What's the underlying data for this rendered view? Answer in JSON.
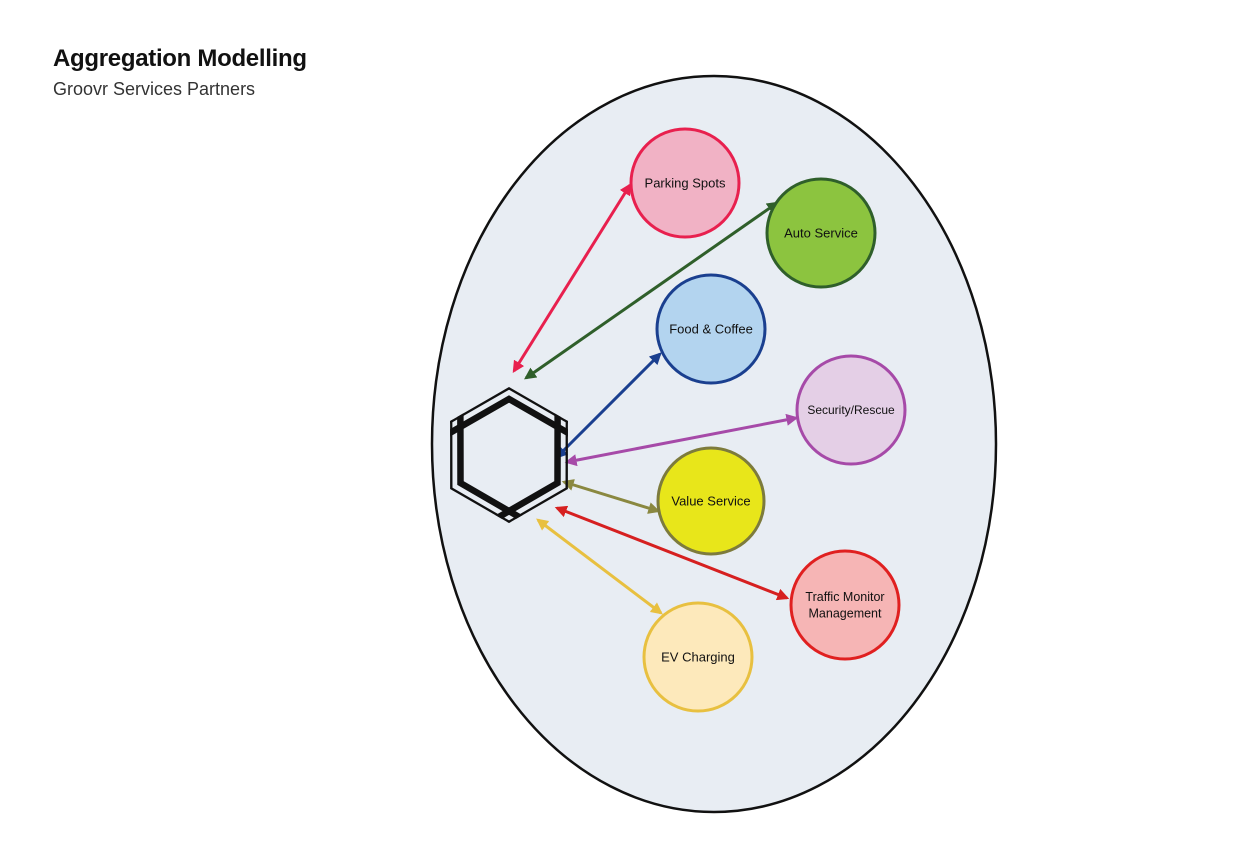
{
  "header": {
    "title": "Aggregation Modelling",
    "subtitle": "Groovr Services Partners"
  },
  "diagram": {
    "hub": {
      "icon": "groovr-logo-icon"
    },
    "nodes": [
      {
        "id": "parking-spots",
        "lines": [
          "Parking Spots"
        ],
        "fill": "#f1b2c5",
        "stroke": "#e8204e",
        "arrow": "#e8204e"
      },
      {
        "id": "auto-service",
        "lines": [
          "Auto Service"
        ],
        "fill": "#8cc43f",
        "stroke": "#2f5f2a",
        "arrow": "#2f5f2a"
      },
      {
        "id": "food-coffee",
        "lines": [
          "Food & Coffee"
        ],
        "fill": "#b3d4ef",
        "stroke": "#1a3f8f",
        "arrow": "#1a3f8f"
      },
      {
        "id": "security-rescue",
        "lines": [
          "Security/Rescue"
        ],
        "fill": "#e4cfe6",
        "stroke": "#a64aa8",
        "arrow": "#a64aa8"
      },
      {
        "id": "value-service",
        "lines": [
          "Value Service"
        ],
        "fill": "#e8e61a",
        "stroke": "#7d7b3c",
        "arrow": "#8a8840"
      },
      {
        "id": "traffic-monitor",
        "lines": [
          "Traffic Monitor",
          "Management"
        ],
        "fill": "#f6b5b5",
        "stroke": "#e02020",
        "arrow": "#d62020"
      },
      {
        "id": "ev-charging",
        "lines": [
          "EV Charging"
        ],
        "fill": "#fde9bb",
        "stroke": "#e8c040",
        "arrow": "#e8c040"
      }
    ]
  }
}
